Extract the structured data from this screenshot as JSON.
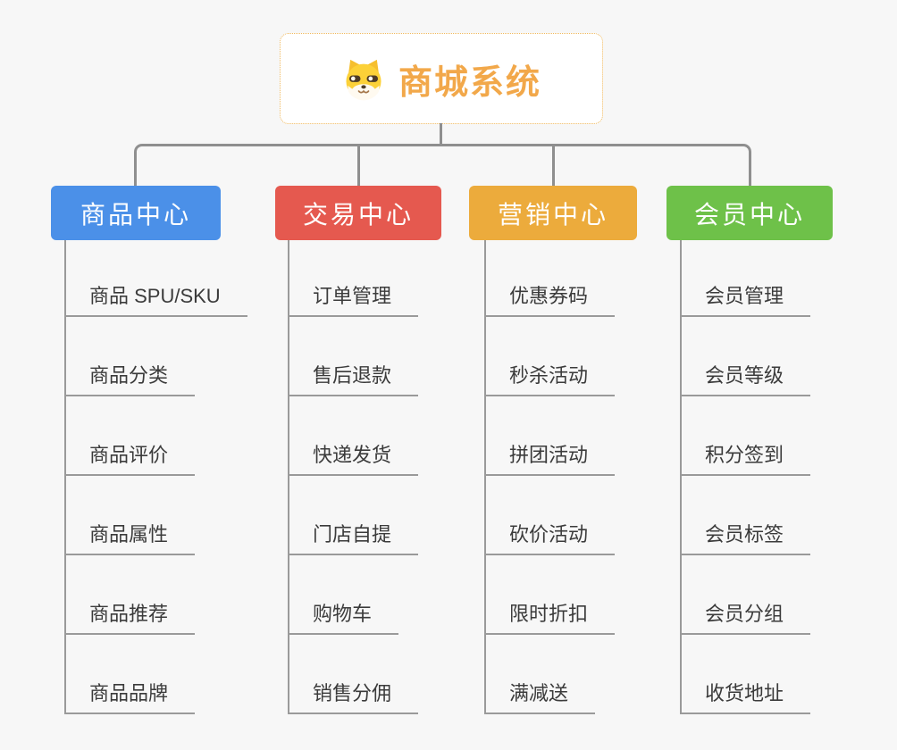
{
  "root": {
    "label": "商城系统",
    "icon": "dog-mascot-icon"
  },
  "branches": [
    {
      "label": "商品中心",
      "color": "#4b90e8",
      "children": [
        "商品 SPU/SKU",
        "商品分类",
        "商品评价",
        "商品属性",
        "商品推荐",
        "商品品牌"
      ]
    },
    {
      "label": "交易中心",
      "color": "#e5594f",
      "children": [
        "订单管理",
        "售后退款",
        "快递发货",
        "门店自提",
        "购物车",
        "销售分佣"
      ]
    },
    {
      "label": "营销中心",
      "color": "#ecab3c",
      "children": [
        "优惠券码",
        "秒杀活动",
        "拼团活动",
        "砍价活动",
        "限时折扣",
        "满减送"
      ]
    },
    {
      "label": "会员中心",
      "color": "#6ec149",
      "children": [
        "会员管理",
        "会员等级",
        "积分签到",
        "会员标签",
        "会员分组",
        "收货地址"
      ]
    }
  ],
  "colors": {
    "background": "#f7f7f7",
    "connector": "#8f8f8f",
    "root_text": "#f2a84a",
    "root_border": "#f0b95e",
    "item_text": "#3b3b3b",
    "item_line": "#9a9a9a"
  }
}
